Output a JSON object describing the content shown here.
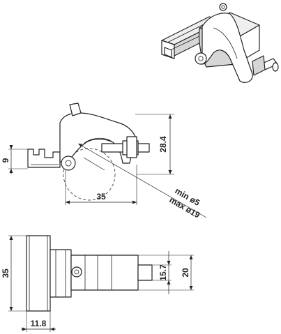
{
  "dimensions": {
    "side_height_label": "9",
    "side_top_height_label": "28.4",
    "side_width_label": "35",
    "diameter_min_label": "min ø5",
    "diameter_max_label": "max ø19",
    "top_height_label": "35",
    "top_inner_height_label": "15.7",
    "top_outer_height_label": "20",
    "top_width_label": "11.8"
  }
}
